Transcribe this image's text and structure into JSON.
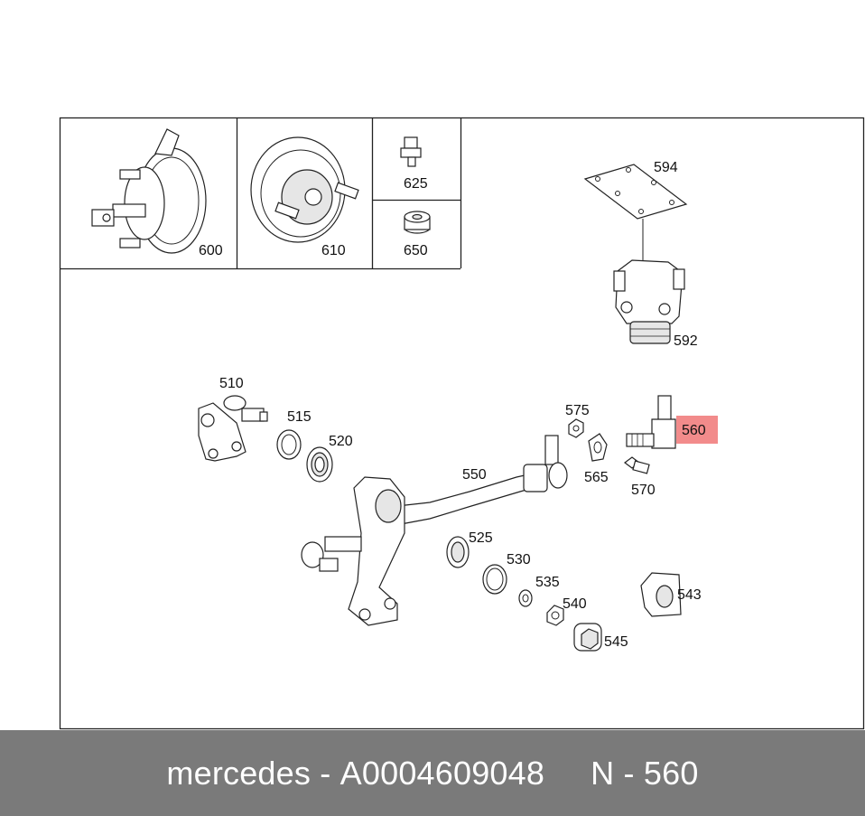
{
  "diagram": {
    "highlight_color": "#f28b8b",
    "callouts": {
      "p600": "600",
      "p610": "610",
      "p625": "625",
      "p650": "650",
      "p594": "594",
      "p592": "592",
      "p510": "510",
      "p515": "515",
      "p520": "520",
      "p575": "575",
      "p560": "560",
      "p565": "565",
      "p570": "570",
      "p550": "550",
      "p525": "525",
      "p530": "530",
      "p535": "535",
      "p540": "540",
      "p543": "543",
      "p545": "545"
    }
  },
  "footer": {
    "brand": "mercedes",
    "separator": " - ",
    "part_number": "A0004609048",
    "gap": "     ",
    "ref_prefix": "N - ",
    "ref_number": "560"
  }
}
